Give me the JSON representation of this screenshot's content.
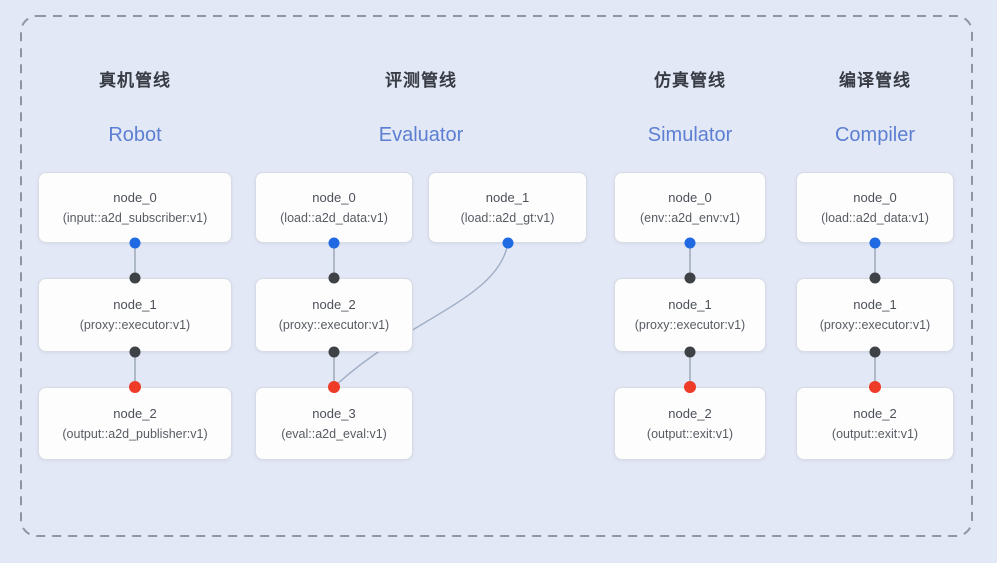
{
  "diagram_title": "pipeline-architecture",
  "pipelines": [
    {
      "title_zh": "真机管线",
      "title_en": "Robot",
      "nodes": [
        {
          "name": "node_0",
          "type": "(input::a2d_subscriber:v1)"
        },
        {
          "name": "node_1",
          "type": "(proxy::executor:v1)"
        },
        {
          "name": "node_2",
          "type": "(output::a2d_publisher:v1)"
        }
      ]
    },
    {
      "title_zh": "评测管线",
      "title_en": "Evaluator",
      "nodes": [
        {
          "name": "node_0",
          "type": "(load::a2d_data:v1)"
        },
        {
          "name": "node_1",
          "type": "(load::a2d_gt:v1)"
        },
        {
          "name": "node_2",
          "type": "(proxy::executor:v1)"
        },
        {
          "name": "node_3",
          "type": "(eval::a2d_eval:v1)"
        }
      ]
    },
    {
      "title_zh": "仿真管线",
      "title_en": "Simulator",
      "nodes": [
        {
          "name": "node_0",
          "type": "(env::a2d_env:v1)"
        },
        {
          "name": "node_1",
          "type": "(proxy::executor:v1)"
        },
        {
          "name": "node_2",
          "type": "(output::exit:v1)"
        }
      ]
    },
    {
      "title_zh": "编译管线",
      "title_en": "Compiler",
      "nodes": [
        {
          "name": "node_0",
          "type": "(load::a2d_data:v1)"
        },
        {
          "name": "node_1",
          "type": "(proxy::executor:v1)"
        },
        {
          "name": "node_2",
          "type": "(output::exit:v1)"
        }
      ]
    }
  ],
  "colors": {
    "background": "#e3e8f6",
    "dashed_border": "#8f96a1",
    "connector_line": "#99a3b2",
    "curve_line": "#a0aec5",
    "input_dot_blue": "#1f69e2",
    "proxy_dot_dark": "#3e4246",
    "output_dot_red": "#ee3c28",
    "header_en_blue": "#5c7fd2"
  }
}
